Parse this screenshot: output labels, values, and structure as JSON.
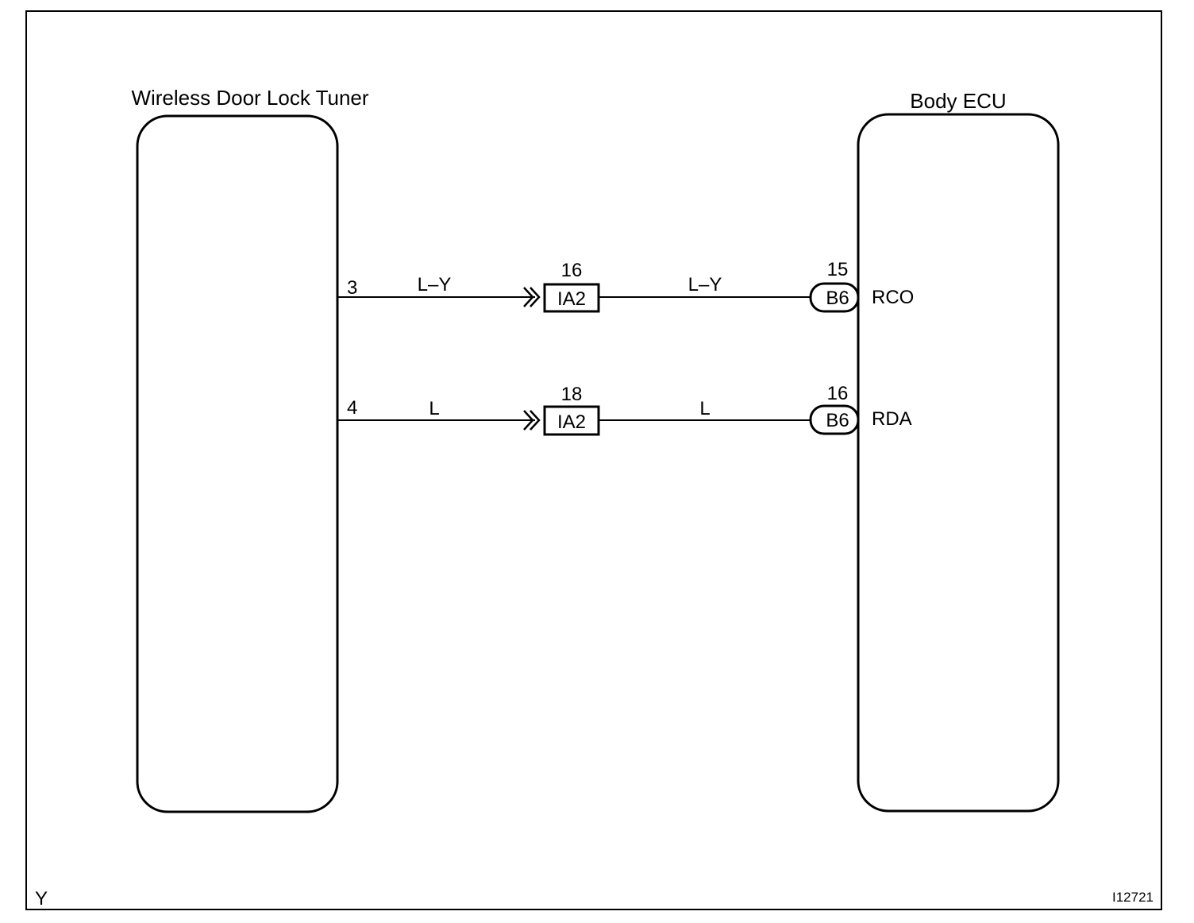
{
  "colors": {
    "ink": "#000000",
    "paper": "#ffffff"
  },
  "components": {
    "left": {
      "title": "Wireless Door Lock Tuner"
    },
    "right": {
      "title": "Body ECU"
    }
  },
  "wires": [
    {
      "left_pin": "3",
      "left_color": "L–Y",
      "junction_pin": "16",
      "junction_code": "IA2",
      "right_color": "L–Y",
      "connector_pin": "15",
      "connector_code": "B6",
      "terminal": "RCO"
    },
    {
      "left_pin": "4",
      "left_color": "L",
      "junction_pin": "18",
      "junction_code": "IA2",
      "right_color": "L",
      "connector_pin": "16",
      "connector_code": "B6",
      "terminal": "RDA"
    }
  ],
  "footer": {
    "left_mark": "Y",
    "figure_id": "I12721"
  }
}
